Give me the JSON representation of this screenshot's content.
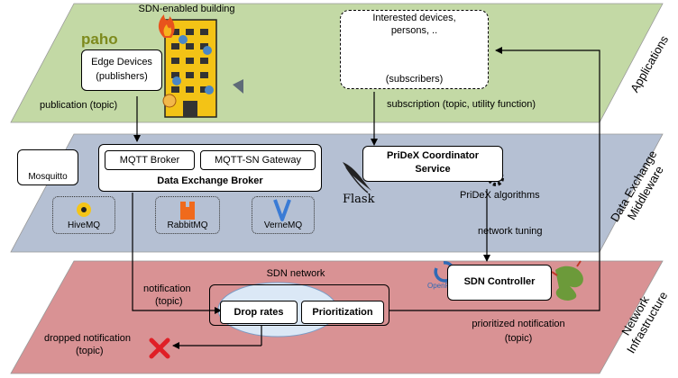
{
  "layers": {
    "applications": "Applications",
    "middleware_line1": "Data Exchange",
    "middleware_line2": "Middleware",
    "network_line1": "Network",
    "network_line2": "Infrastructure"
  },
  "colors": {
    "applications": "#c3d9a5",
    "middleware": "#b5c0d3",
    "network": "#d99294"
  },
  "app_layer": {
    "paho_logo": "paho",
    "building_title": "SDN-enabled building",
    "edge_devices_line1": "Edge Devices",
    "edge_devices_line2": "(publishers)",
    "publication": "publication (topic)",
    "interested_line1": "Interested devices,",
    "interested_line2": "persons, ..",
    "subscribers": "(subscribers)",
    "subscription": "subscription (topic, utility function)"
  },
  "middleware_layer": {
    "mosquitto": "Mosquitto",
    "mqtt_broker": "MQTT Broker",
    "mqtt_sn_gateway": "MQTT-SN Gateway",
    "broker_title": "Data Exchange Broker",
    "hivemq": "HiveMQ",
    "rabbitmq": "RabbitMQ",
    "vernemq": "VerneMQ",
    "flask": "Flask",
    "coordinator_line1": "PriDeX Coordinator",
    "coordinator_line2": "Service",
    "algorithms": "PriDeX algorithms",
    "network_tuning": "network tuning"
  },
  "network_layer": {
    "sdn_network": "SDN network",
    "notification_line1": "notification",
    "notification_line2": "(topic)",
    "drop_rates": "Drop rates",
    "prioritization": "Prioritization",
    "dropped_line1": "dropped notification",
    "dropped_line2": "(topic)",
    "openflow": "OpenFlow",
    "sdn_controller": "SDN Controller",
    "prioritized_line1": "prioritized notification",
    "prioritized_line2": "(topic)"
  }
}
